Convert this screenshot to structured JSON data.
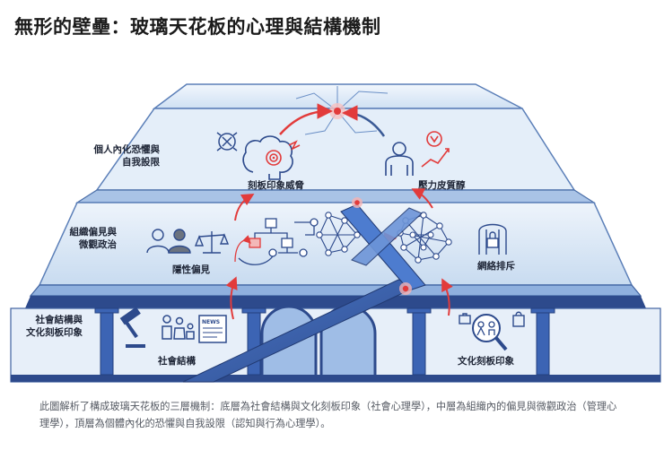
{
  "title": "無形的壁壘：玻璃天花板的心理與結構機制",
  "levels": {
    "top": {
      "side_label": "個人內化恐懼與\n自我設限",
      "items": [
        "刻板印象威脅",
        "壓力皮質醇"
      ]
    },
    "middle": {
      "side_label": "組織偏見與\n微觀政治",
      "items": [
        "隱性偏見",
        "網絡排斥"
      ]
    },
    "bottom": {
      "side_label": "社會結構與\n文化刻板印象",
      "items": [
        "社會結構",
        "文化刻板印象"
      ],
      "news_text": "NEWS"
    }
  },
  "caption": "此圖解析了構成玻璃天花板的三層機制：底層為社會結構與文化刻板印象（社會心理學），中層為組織內的偏見與微觀政治（管理心理學），頂層為個體內化的恐懼與自我設限（認知與行為心理學）。",
  "colors": {
    "dark_blue": "#2d4a8c",
    "light_blue": "#dbe8f7",
    "accent_red": "#e23b3b"
  }
}
